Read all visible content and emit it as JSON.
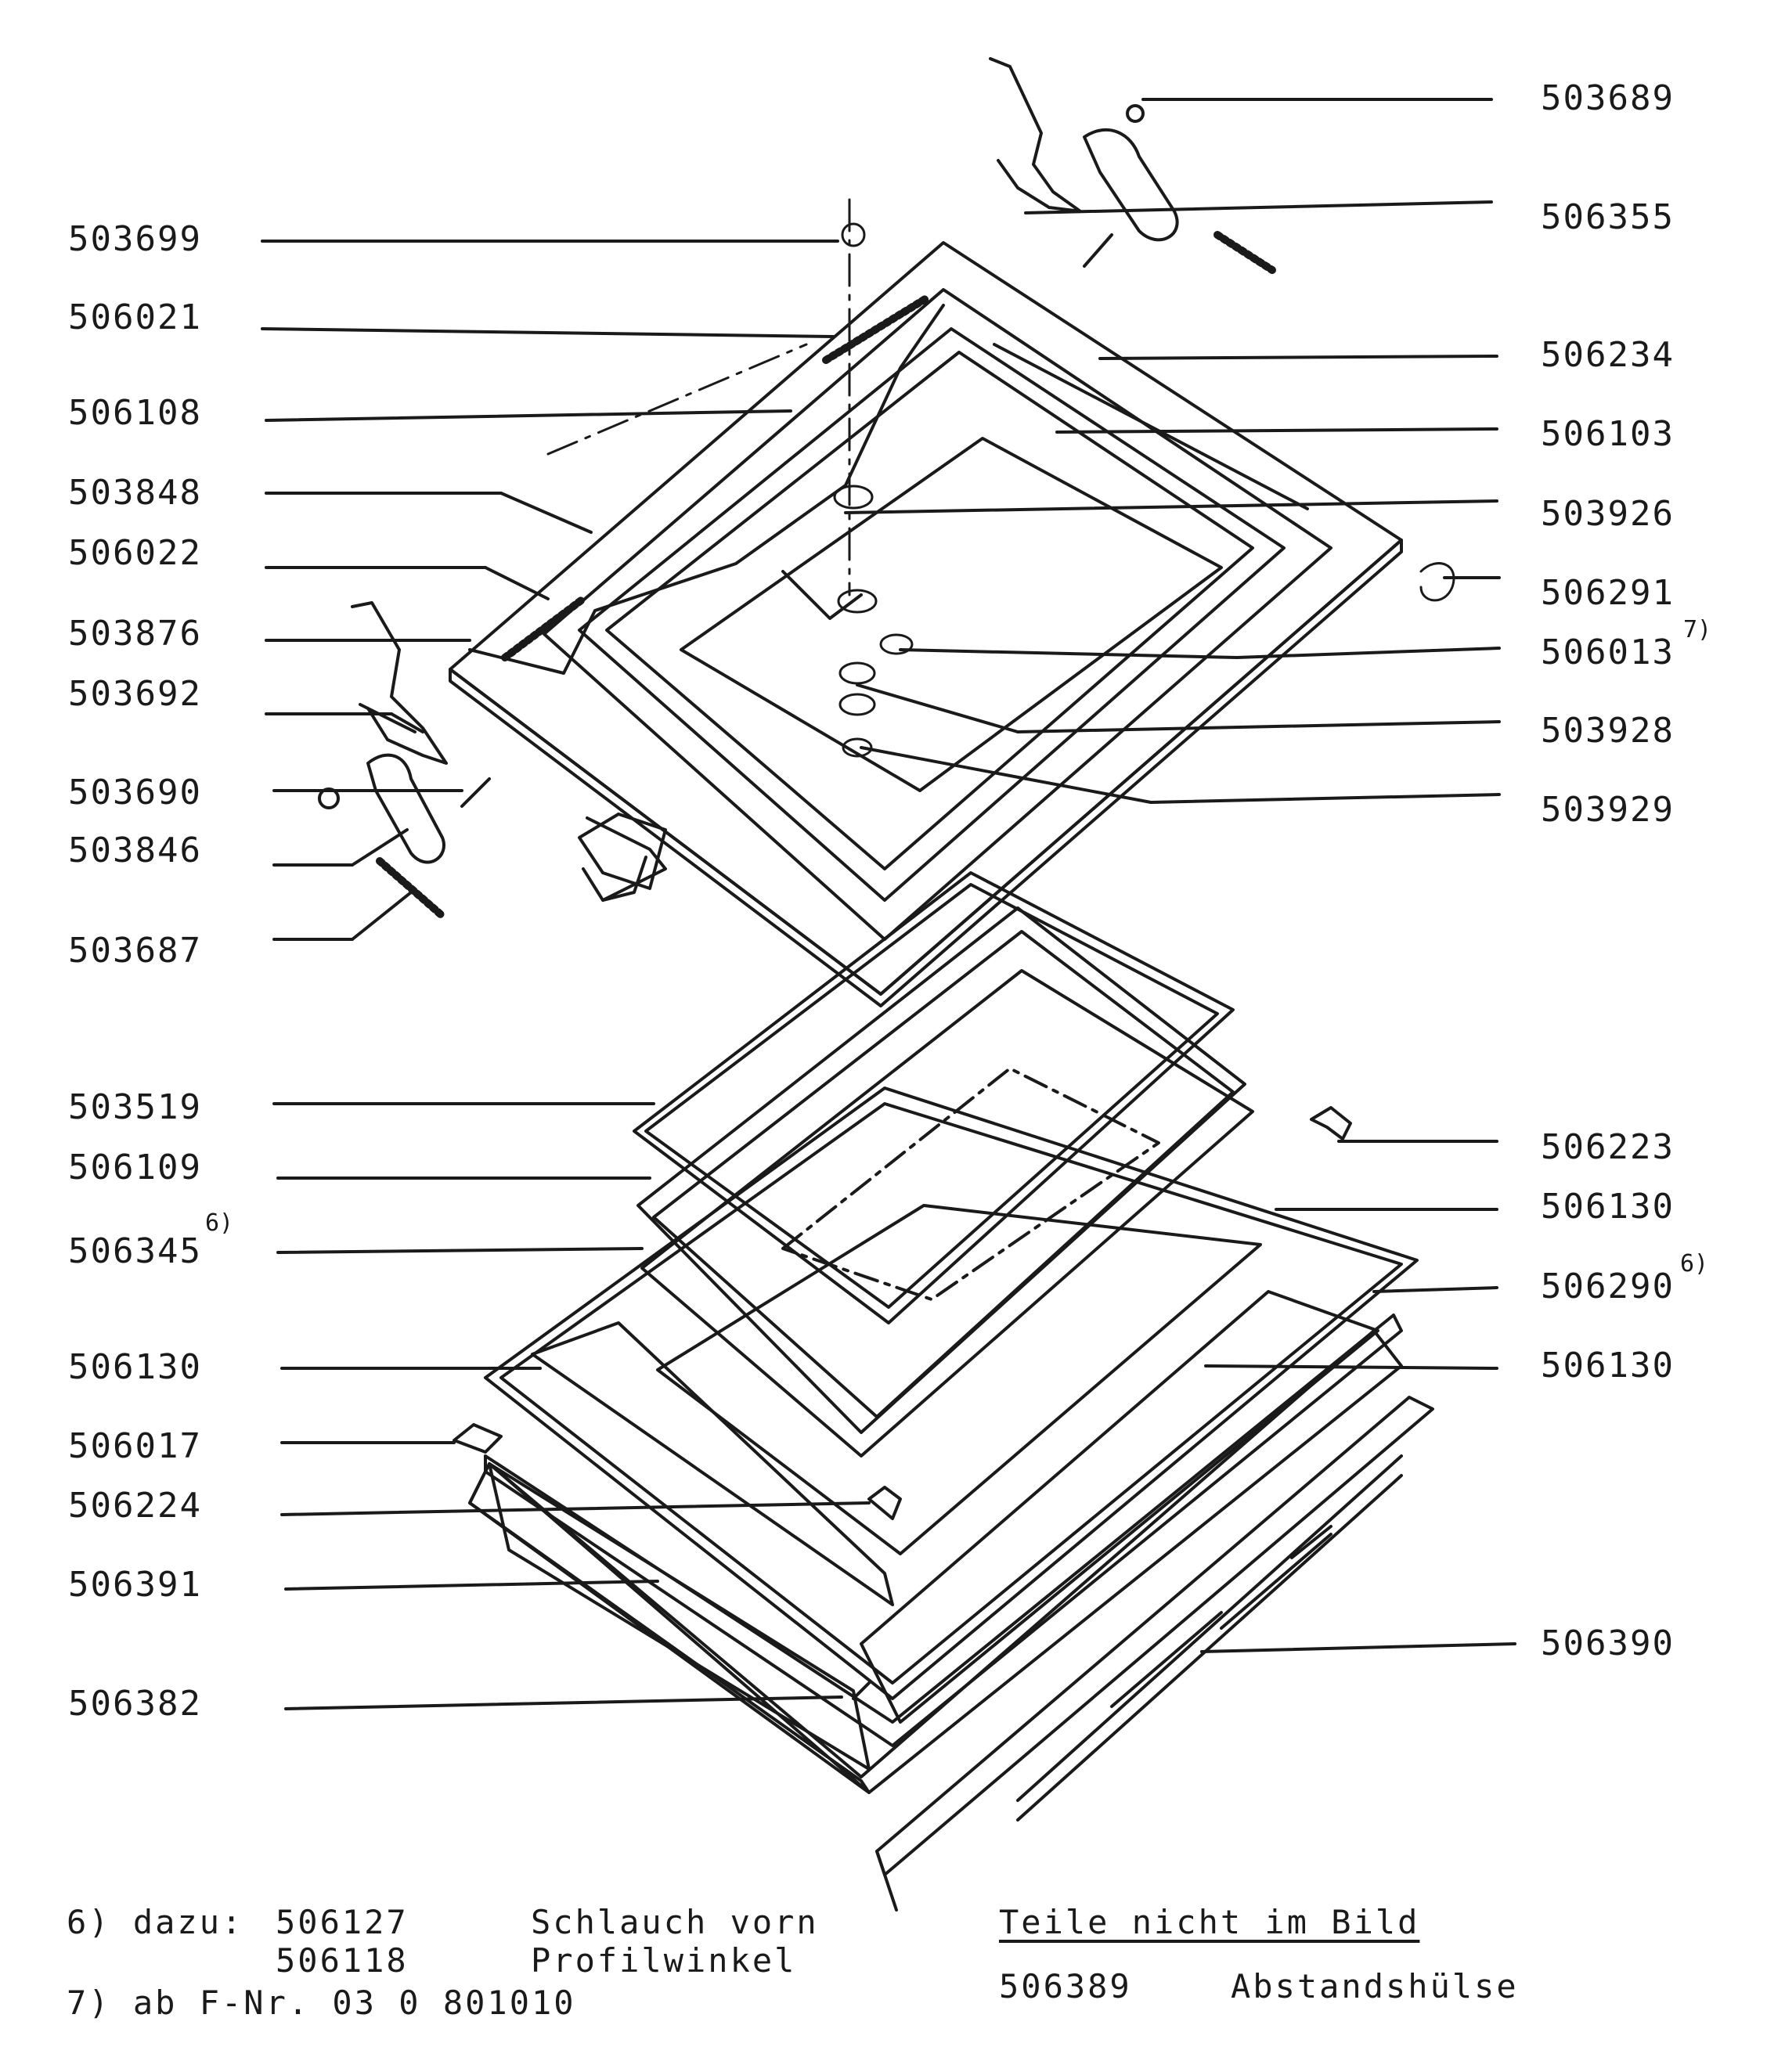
{
  "parts": {
    "p503699": "503699",
    "p506021": "506021",
    "p506108": "506108",
    "p503848": "503848",
    "p506022": "506022",
    "p503876": "503876",
    "p503692": "503692",
    "p503690": "503690",
    "p503846": "503846",
    "p503687": "503687",
    "p503519": "503519",
    "p506109": "506109",
    "p506345": "506345",
    "p506130_left": "506130",
    "p506017": "506017",
    "p506224": "506224",
    "p506391": "506391",
    "p506382": "506382",
    "p503689": "503689",
    "p506355": "506355",
    "p506234": "506234",
    "p506103": "506103",
    "p503926": "503926",
    "p506291": "506291",
    "p506013": "506013",
    "p503928": "503928",
    "p503929": "503929",
    "p506223": "506223",
    "p506130_right_a": "506130",
    "p506290": "506290",
    "p506130_right_b": "506130",
    "p506390": "506390"
  },
  "superscripts": {
    "note6_a": "6)",
    "note7": "7)",
    "note6_b": "6)"
  },
  "footnotes": {
    "f6_prefix": "6) dazu:",
    "f6_item1_code": "506127",
    "f6_item1_name": "Schlauch vorn",
    "f6_item2_code": "506118",
    "f6_item2_name": "Profilwinkel",
    "f7": "7) ab F-Nr. 03 0 801010"
  },
  "not_in_picture": {
    "heading": "Teile nicht im Bild",
    "code": "506389",
    "name": "Abstandshülse"
  }
}
